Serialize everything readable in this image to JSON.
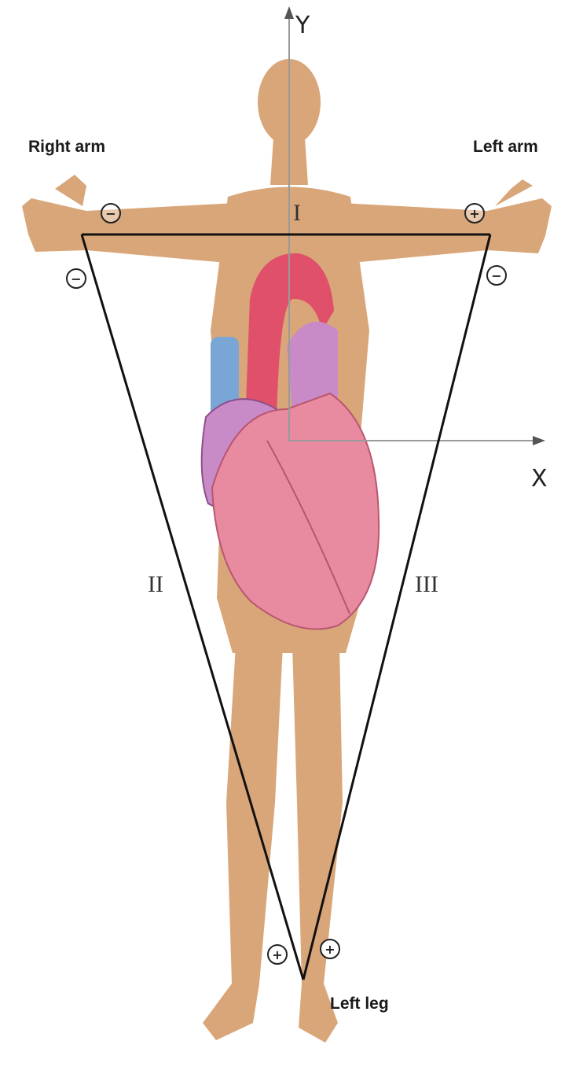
{
  "axes": {
    "y_label": "Y",
    "x_label": "X"
  },
  "limbs": {
    "right_arm": "Right arm",
    "left_arm": "Left arm",
    "left_leg": "Left leg"
  },
  "leads": {
    "lead1": "I",
    "lead2": "II",
    "lead3": "III"
  },
  "electrodes": {
    "right_arm_lead1": "−",
    "right_arm_lead2": "−",
    "left_arm_lead1": "+",
    "left_arm_lead3": "−",
    "left_leg_lead2": "+",
    "left_leg_lead3": "+"
  },
  "colors": {
    "skin": "#d9a679",
    "heart": "#e88aa0",
    "aorta": "#e0506a",
    "vena_cava": "#7aa6d6",
    "atrium": "#c98ac8",
    "axis": "#9a9a9a",
    "triangle": "#111111"
  }
}
